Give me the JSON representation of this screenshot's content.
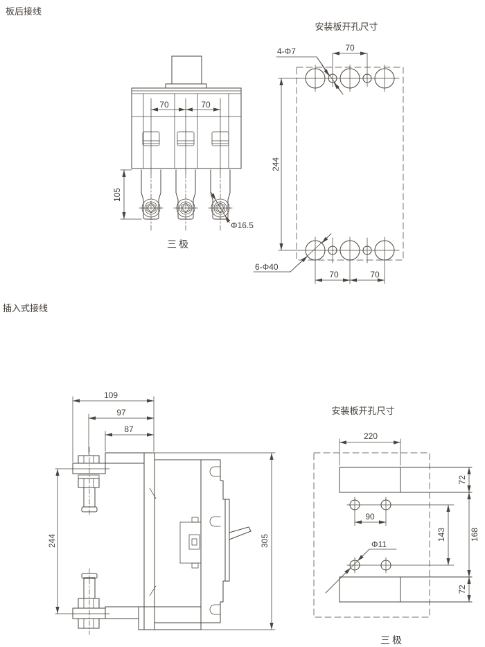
{
  "page": {
    "background": "#ffffff",
    "line_color": "#4a443c"
  },
  "sections": {
    "rear": {
      "label": "板后接线",
      "front_view": {
        "dim_pitch_left": "70",
        "dim_pitch_right": "70",
        "dim_terminal_length": "105",
        "dim_terminal_hole": "Φ16.5",
        "caption": "三极"
      },
      "plate": {
        "title": "安装板开孔尺寸",
        "callout_small_holes": "4-Φ7",
        "dim_top_pitch": "70",
        "dim_vertical_pitch": "244",
        "callout_big_holes": "6-Φ40",
        "dim_bottom_pitch_left": "70",
        "dim_bottom_pitch_right": "70"
      }
    },
    "plugin": {
      "label": "插入式接线",
      "side_view": {
        "dim_depth_overall": "109",
        "dim_depth_stud": "97",
        "dim_depth_body": "87",
        "dim_stud_pitch": "244",
        "dim_height": "305"
      },
      "plate": {
        "title": "安装板开孔尺寸",
        "dim_slot_width": "220",
        "dim_slot_height_top": "72",
        "dim_hole_pitch_h": "90",
        "dim_hole_pitch_v": "143",
        "dim_slot_gap": "168",
        "callout_hole": "Φ11",
        "dim_slot_height_bottom": "72",
        "caption": "三极"
      }
    }
  }
}
